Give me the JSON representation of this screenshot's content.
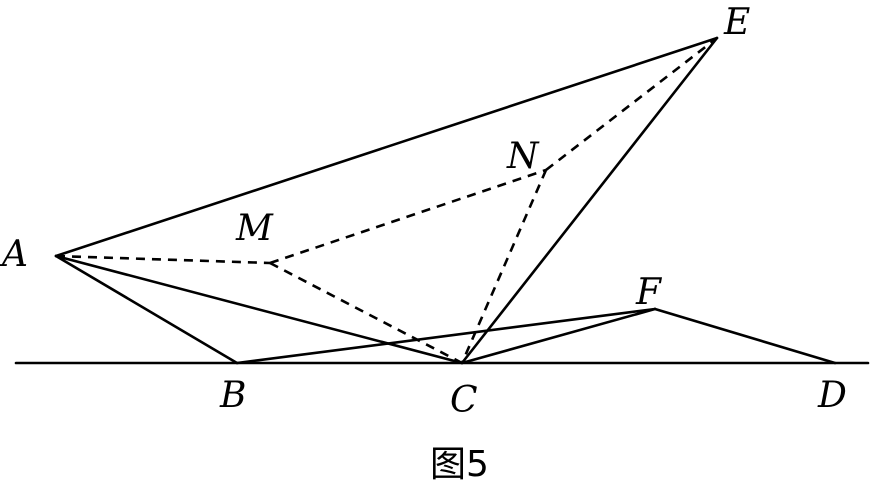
{
  "figure": {
    "caption": "图5",
    "points": [
      {
        "id": "A",
        "label": "A"
      },
      {
        "id": "B",
        "label": "B"
      },
      {
        "id": "C",
        "label": "C"
      },
      {
        "id": "D",
        "label": "D"
      },
      {
        "id": "E",
        "label": "E"
      },
      {
        "id": "F",
        "label": "F"
      },
      {
        "id": "M",
        "label": "M"
      },
      {
        "id": "N",
        "label": "N"
      }
    ],
    "segments": [
      {
        "from": "A",
        "to": "E",
        "style": "solid"
      },
      {
        "from": "A",
        "to": "B",
        "style": "solid"
      },
      {
        "from": "A",
        "to": "C",
        "style": "solid"
      },
      {
        "from": "B",
        "to": "F",
        "style": "solid"
      },
      {
        "from": "C",
        "to": "F",
        "style": "solid"
      },
      {
        "from": "F",
        "to": "D",
        "style": "solid"
      },
      {
        "from": "C",
        "to": "E",
        "style": "solid"
      },
      {
        "from": "A",
        "to": "M",
        "style": "dashed"
      },
      {
        "from": "M",
        "to": "C",
        "style": "dashed"
      },
      {
        "from": "M",
        "to": "N",
        "style": "dashed"
      },
      {
        "from": "N",
        "to": "E",
        "style": "dashed"
      },
      {
        "from": "N",
        "to": "C",
        "style": "dashed"
      }
    ]
  }
}
